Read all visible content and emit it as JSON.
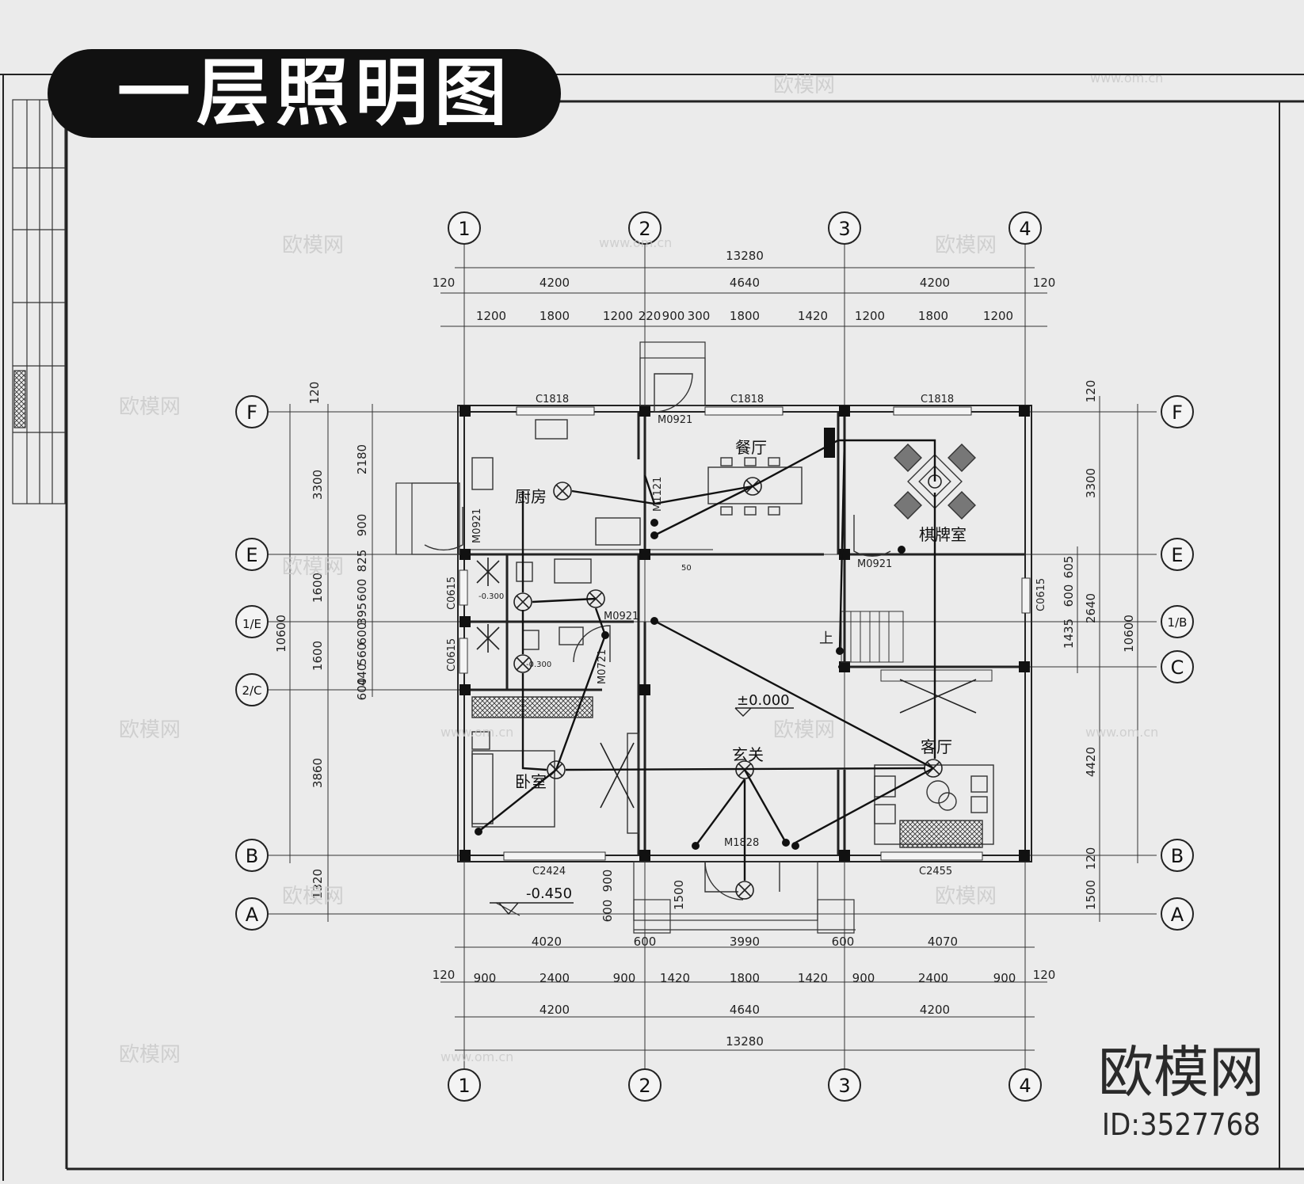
{
  "title": "一层照明图",
  "brand": {
    "name": "欧模网",
    "id": "ID:3527768"
  },
  "watermarks": {
    "cn": "欧模网",
    "url": "www.om.cn"
  },
  "axes": {
    "top": [
      "1",
      "2",
      "3",
      "4"
    ],
    "bottom": [
      "1",
      "2",
      "3",
      "4"
    ],
    "left": [
      "F",
      "E",
      "1/E",
      "2/C",
      "B",
      "A"
    ],
    "right": [
      "F",
      "E",
      "1/B",
      "C",
      "B",
      "A"
    ]
  },
  "dimensions": {
    "top_total": "13280",
    "top_mid": [
      "120",
      "4200",
      "4640",
      "4200",
      "120"
    ],
    "top_detail": [
      "1200",
      "1800",
      "1200",
      "220",
      "900",
      "300",
      "1800",
      "1420",
      "1200",
      "1800",
      "1200"
    ],
    "bottom_row1": [
      "4020",
      "600",
      "3990",
      "600",
      "4070"
    ],
    "bottom_row2": [
      "120",
      "900",
      "2400",
      "900",
      "1420",
      "1800",
      "1420",
      "900",
      "2400",
      "900",
      "120"
    ],
    "bottom_row3": [
      "4200",
      "4640",
      "4200"
    ],
    "bottom_total": "13280",
    "left_outer": [
      "10600"
    ],
    "left_mid": [
      "120",
      "3300",
      "1600",
      "1600",
      "3860",
      "1320"
    ],
    "left_inner": [
      "2180",
      "900",
      "825",
      "600",
      "395",
      "600",
      "560",
      "440",
      "600"
    ],
    "right_outer": [
      "10600"
    ],
    "right_mid": [
      "120",
      "3300",
      "2640",
      "4420",
      "120",
      "1500"
    ],
    "right_inner": [
      "605",
      "600",
      "1435"
    ],
    "front_steps": [
      "900",
      "600",
      "1500"
    ]
  },
  "rooms": {
    "dining": "餐厅",
    "kitchen": "厨房",
    "chess": "棋牌室",
    "bedroom": "卧室",
    "foyer": "玄关",
    "living": "客厅"
  },
  "openings": {
    "c1818_a": "C1818",
    "c1818_b": "C1818",
    "c1818_c": "C1818",
    "m0921_top": "M0921",
    "m0921_left": "M0921",
    "m0921_chess": "M0921",
    "m0921_wc": "M0921",
    "m1121": "M1121",
    "m0721": "M0721",
    "m1828": "M1828",
    "c0615_a": "C0615",
    "c0615_b": "C0615",
    "c0615_right": "C0615",
    "c2424": "C2424",
    "c2455": "C2455"
  },
  "levels": {
    "floor": "±0.000",
    "outdoor": "-0.450"
  },
  "labels": {
    "stair_up": "上",
    "sill_a": "-0.300",
    "sill_b": "-0.300",
    "small_dim": "50"
  }
}
